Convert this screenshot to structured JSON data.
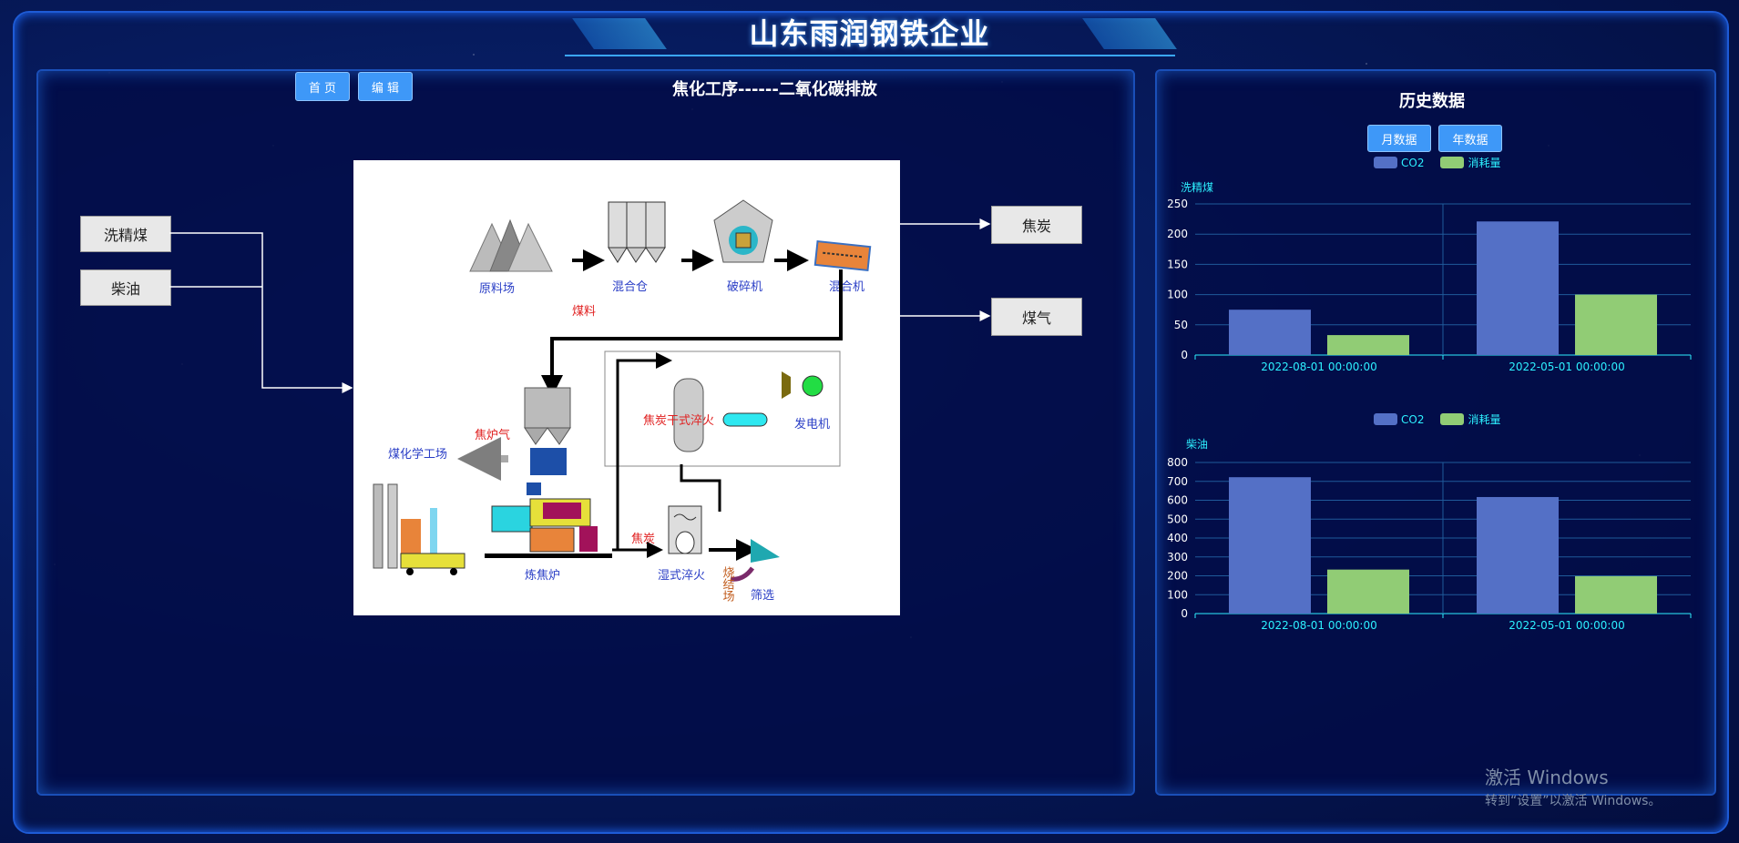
{
  "header": {
    "title": "山东雨润钢铁企业"
  },
  "left": {
    "buttons": {
      "home": "首 页",
      "edit": "编 辑"
    },
    "title": "焦化工序------二氧化碳排放",
    "inputs": [
      "洗精煤",
      "柴油"
    ],
    "outputs": [
      "焦炭",
      "煤气"
    ],
    "diagram_labels": {
      "raw_yard": "原料场",
      "mix_bin": "混合仓",
      "crusher": "破碎机",
      "mixer": "混合机",
      "coal": "煤料",
      "coke_gas": "焦炉气",
      "chem_plant": "煤化学工场",
      "coke_oven": "炼焦炉",
      "dry_quench": "焦炭干式淬火",
      "generator": "发电机",
      "coke": "焦炭",
      "wet_quench": "湿式淬火",
      "sinter_yard": "烧结场",
      "screening": "筛选"
    }
  },
  "right": {
    "title": "历史数据",
    "buttons": {
      "month": "月数据",
      "year": "年数据"
    },
    "legend": [
      "CO2",
      "消耗量"
    ],
    "colors": {
      "co2": "#5470c6",
      "consumption": "#91cc75",
      "axis": "#2df0ff"
    }
  },
  "chart_data": [
    {
      "type": "bar",
      "title": "洗精煤",
      "categories": [
        "2022-08-01 00:00:00",
        "2022-05-01 00:00:00"
      ],
      "series": [
        {
          "name": "CO2",
          "values": [
            75,
            221
          ]
        },
        {
          "name": "消耗量",
          "values": [
            33,
            100
          ]
        }
      ],
      "yticks": [
        "0",
        "50",
        "100",
        "150",
        "200",
        "250"
      ],
      "ylim": [
        0,
        250
      ]
    },
    {
      "type": "bar",
      "title": "柴油",
      "categories": [
        "2022-08-01 00:00:00",
        "2022-05-01 00:00:00"
      ],
      "series": [
        {
          "name": "CO2",
          "values": [
            722,
            617
          ]
        },
        {
          "name": "消耗量",
          "values": [
            233,
            198
          ]
        }
      ],
      "yticks": [
        "0",
        "100",
        "200",
        "300",
        "400",
        "500",
        "600",
        "700",
        "800"
      ],
      "ylim": [
        0,
        800
      ]
    }
  ],
  "watermark": {
    "line1": "激活 Windows",
    "line2": "转到“设置”以激活 Windows。"
  }
}
